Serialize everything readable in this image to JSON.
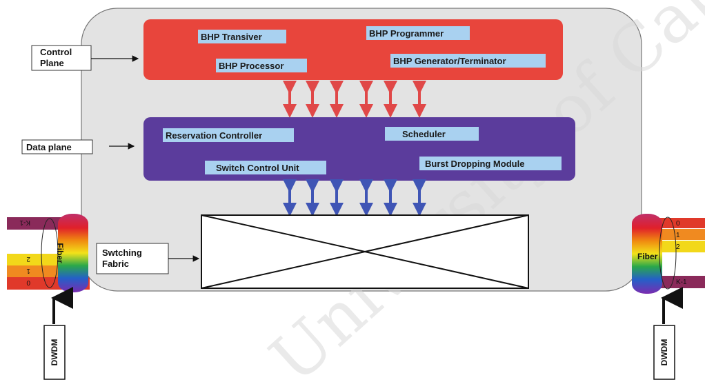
{
  "control_plane": {
    "label_line1": "Control",
    "label_line2": "Plane",
    "modules": [
      "BHP Transiver",
      "BHP Programmer",
      "BHP Processor",
      "BHP Generator/Terminator"
    ]
  },
  "data_plane": {
    "label": "Data plane",
    "modules": [
      "Reservation Controller",
      "Scheduler",
      "Switch Control Unit",
      "Burst Dropping Module"
    ]
  },
  "switching_fabric": {
    "label_line1": "Swtching",
    "label_line2": "Fabric"
  },
  "left_fiber": {
    "label": "Fiber",
    "channels": [
      "K-1",
      "2",
      "1",
      "0"
    ],
    "dwdm_label": "DWDM"
  },
  "right_fiber": {
    "label": "Fiber",
    "channels": [
      "0",
      "1",
      "2",
      "K-1"
    ],
    "dwdm_label": "DWDM"
  },
  "watermark": "University of Cape Town",
  "colors": {
    "router_body": "#e3e3e3",
    "control_plane": "#e8453c",
    "data_plane": "#5b3c9c",
    "module_chip": "#a9d1f0",
    "control_arrow": "#e04848",
    "data_arrow": "#3f55b5"
  }
}
